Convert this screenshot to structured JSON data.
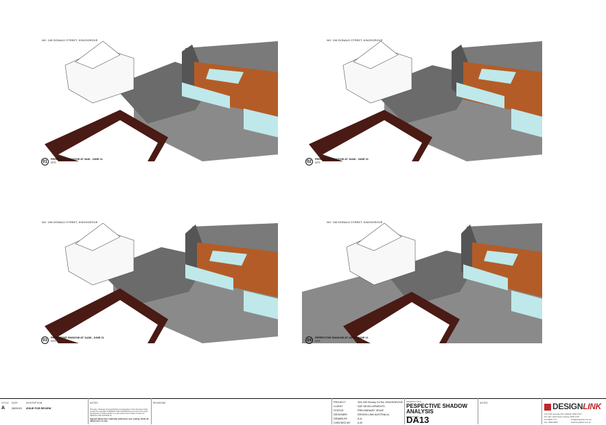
{
  "panels": [
    {
      "id": "01",
      "address": "NO. 108 DONALD STREET, KINGSGROVE",
      "title": "PERFECTIVE SHADOW AT 9AM - JUNE 21",
      "scale": "NTS"
    },
    {
      "id": "02",
      "address": "NO. 108 DONALD STREET, KINGSGROVE",
      "title": "PERFECTIVE SHADOW AT 10AM - JUNE 21",
      "scale": "NTS"
    },
    {
      "id": "03",
      "address": "NO. 108 DONALD STREET, KINGSGROVE",
      "title": "PERFECTIVE SHADOW AT 11AM - JUNE 21",
      "scale": "NTS"
    },
    {
      "id": "04",
      "address": "NO. 108 DONALD STREET, KINGSGROVE",
      "title": "PERFECTIVE SHADOW AT 12PM - JUNE 21",
      "scale": "NTS"
    }
  ],
  "titleblock": {
    "rev_header": "STYLE",
    "date_header": "DATE",
    "desc_header": "DESCRIPTION",
    "rev": "A",
    "date": "28/09/15",
    "description": "ISSUE FOR REVIEW",
    "notes_header": "NOTES",
    "notes_text": "This plan, drawings and specification incorporating in this document shall remain the copyright of DESIGN LINK AUSTRALIA and must not be used, reproduced or copied wholly or in part without prior written consent of DESIGN LINK AUSTRALIA.",
    "notes_warning": "Figured dimensions shall take preference over scaling. Verify all dimensions on site.",
    "revisions_header": "REVISIONS",
    "project": [
      {
        "label": "PROJECT",
        "value": "333-339 Stoney Ck Rd, KINGSGROVE"
      },
      {
        "label": "CLIENT",
        "value": "SAF DEVELOPMENTS"
      },
      {
        "label": "STATUS",
        "value": "PRELIMINARY ISSUE"
      },
      {
        "label": "DESIGNER",
        "value": "DESIGN LINK AUSTRALIA"
      },
      {
        "label": "DRAWN BY",
        "value": "A.A"
      },
      {
        "label": "CHECKED BY",
        "value": "A.M"
      }
    ],
    "drawing_title_header": "DRAWING TITLE",
    "drawing_title_1": "PESPECTIVE SHADOW",
    "drawing_title_2": "ANALYSIS",
    "drawing_no_header": "DRAWING NO.",
    "drawing_no": "DA13",
    "notes2_header": "NOTES",
    "logo_main": "DESIGN",
    "logo_accent": "LINK",
    "contact_1": "Unit 1/36 Lavender Rd, Oakdale NSW 2214",
    "contact_2": "P.O. Box 1234 Sutton Sydney NSW 2175",
    "contact_3": "Tel: 9999 7777",
    "contact_4": "info@designlink.com.au",
    "contact_5": "Fax: 9999 9999",
    "contact_6": "www.designlink.com.au"
  }
}
